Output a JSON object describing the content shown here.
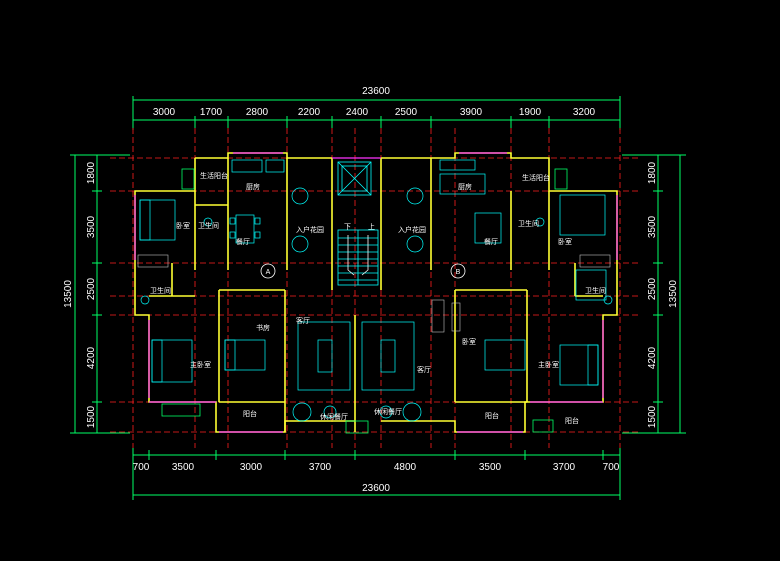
{
  "plan": {
    "total_top": "23600",
    "total_bottom": "23600",
    "total_left": "13500",
    "total_right": "13500",
    "top_dims": [
      "3000",
      "1700",
      "2800",
      "2200",
      "2400",
      "2500",
      "3900",
      "1900",
      "3200"
    ],
    "bottom_dims": [
      "700",
      "3500",
      "3000",
      "3700",
      "4800",
      "3500",
      "3700",
      "700"
    ],
    "left_dims": [
      "1800",
      "3500",
      "2500",
      "4200",
      "1500"
    ],
    "right_dims": [
      "1800",
      "3500",
      "2500",
      "4200",
      "1500"
    ],
    "axis_a": "A",
    "axis_b": "B",
    "stair_down": "下",
    "stair_up": "上"
  },
  "rooms": {
    "balcony_l": "生活阳台",
    "kitchen_l": "厨房",
    "bath_l": "卫生间",
    "dining_l": "餐厅",
    "entry_l": "入户花园",
    "bed_l": "卧室",
    "bath2_l": "卫生间",
    "study_l": "书房",
    "living_l": "客厅",
    "master_l": "主卧室",
    "balc2_l": "阳台",
    "dining2_l": "休闲餐厅",
    "entry_r": "入户花园",
    "kitchen_r": "厨房",
    "balcony_r": "生活阳台",
    "dining_r": "餐厅",
    "bath_r": "卫生间",
    "bed_r": "卧室",
    "bath2_r": "卫生间",
    "dining2_r": "休闲餐厅",
    "living_r": "客厅",
    "study_r": "卧室",
    "master_r": "主卧室",
    "balc2_r": "阳台",
    "balc3_r": "阳台"
  }
}
